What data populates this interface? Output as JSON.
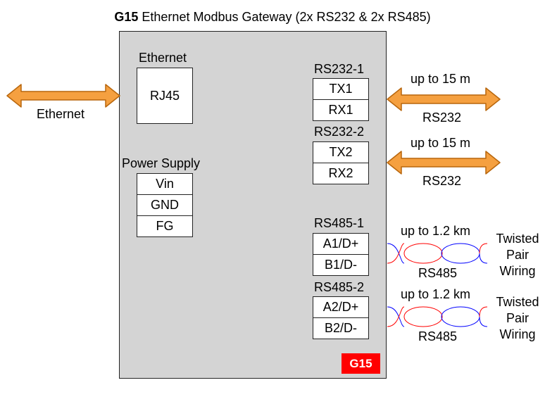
{
  "title": {
    "bold": "G15",
    "rest": "Ethernet Modbus Gateway (2x RS232 & 2x RS485)"
  },
  "ethernet": {
    "label": "Ethernet",
    "port": "RJ45",
    "cable_label": "Ethernet"
  },
  "power": {
    "label": "Power Supply",
    "pins": [
      "Vin",
      "GND",
      "FG"
    ]
  },
  "rs232_1": {
    "label": "RS232-1",
    "pins": [
      "TX1",
      "RX1"
    ],
    "distance": "up to 15 m",
    "cable": "RS232"
  },
  "rs232_2": {
    "label": "RS232-2",
    "pins": [
      "TX2",
      "RX2"
    ],
    "distance": "up to 15 m",
    "cable": "RS232"
  },
  "rs485_1": {
    "label": "RS485-1",
    "pins": [
      "A1/D+",
      "B1/D-"
    ],
    "distance": "up to 1.2 km",
    "cable": "RS485",
    "wiring": [
      "Twisted",
      "Pair",
      "Wiring"
    ]
  },
  "rs485_2": {
    "label": "RS485-2",
    "pins": [
      "A2/D+",
      "B2/D-"
    ],
    "distance": "up to 1.2 km",
    "cable": "RS485",
    "wiring": [
      "Twisted",
      "Pair",
      "Wiring"
    ]
  },
  "badge": "G15",
  "colors": {
    "arrow_fill": "#f5a040",
    "arrow_stroke": "#b8660c",
    "device_bg": "#d4d4d4",
    "badge": "#ff0000",
    "wire_red": "#ff0000",
    "wire_blue": "#0000ff"
  }
}
